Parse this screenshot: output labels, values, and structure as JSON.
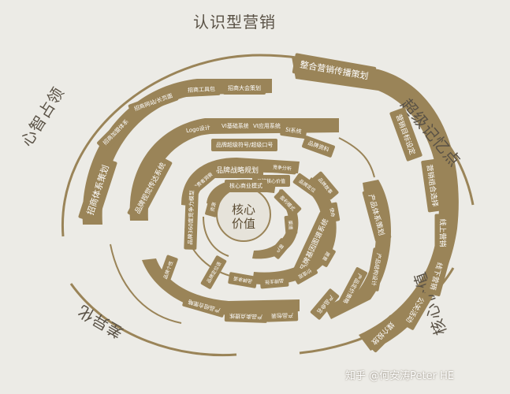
{
  "corners": {
    "top": "认识型营销",
    "left": "心智占领",
    "right": "超级记忆点",
    "bottom_left": "差异化",
    "bottom_right": "核心价值"
  },
  "core": "核心价值",
  "outer_band": {
    "header": "整合营销传播策划",
    "items": [
      "营销目标设定",
      "营销组合选择",
      "线上营销",
      "线下营销",
      "公关活动",
      "媒介投放"
    ]
  },
  "recruit_band": {
    "header": "招商体系策划",
    "items": [
      "招商大会策划",
      "招商工具包",
      "招商网站/长页面",
      "招商加盟体系"
    ]
  },
  "visual_band": {
    "header": "品牌视觉传达系统",
    "items": [
      "Logo设计",
      "VI基础系统",
      "VI应用系统",
      "SI系统",
      "品牌资料",
      "品牌超级符号/超级口号"
    ]
  },
  "product_band": {
    "header": "产品体系策划",
    "items": [
      "产品结构设计",
      "产品定价策略",
      "产品命名",
      "产品包装",
      "产品卖点提炼",
      "产品组合策略"
    ]
  },
  "strategy_band": {
    "header": "品牌战略规划",
    "items": [
      "消费者洞察",
      "竞争分析",
      "品牌定位",
      "品牌核心价值",
      "品牌个性",
      "品牌定位语"
    ]
  },
  "culture_band": {
    "header": "品牌基因图谱系统",
    "items": [
      "品牌故事",
      "使命",
      "愿景",
      "价值观",
      "品牌主张",
      "品牌承诺"
    ]
  },
  "inner_band": {
    "header": "核心商业模式",
    "items": [
      "盈利模式",
      "渠道",
      "客户",
      "资源"
    ]
  },
  "innovation_band": {
    "header": "品牌360度竞争力模型"
  },
  "watermark": "知乎 @何安涛Peter HE"
}
